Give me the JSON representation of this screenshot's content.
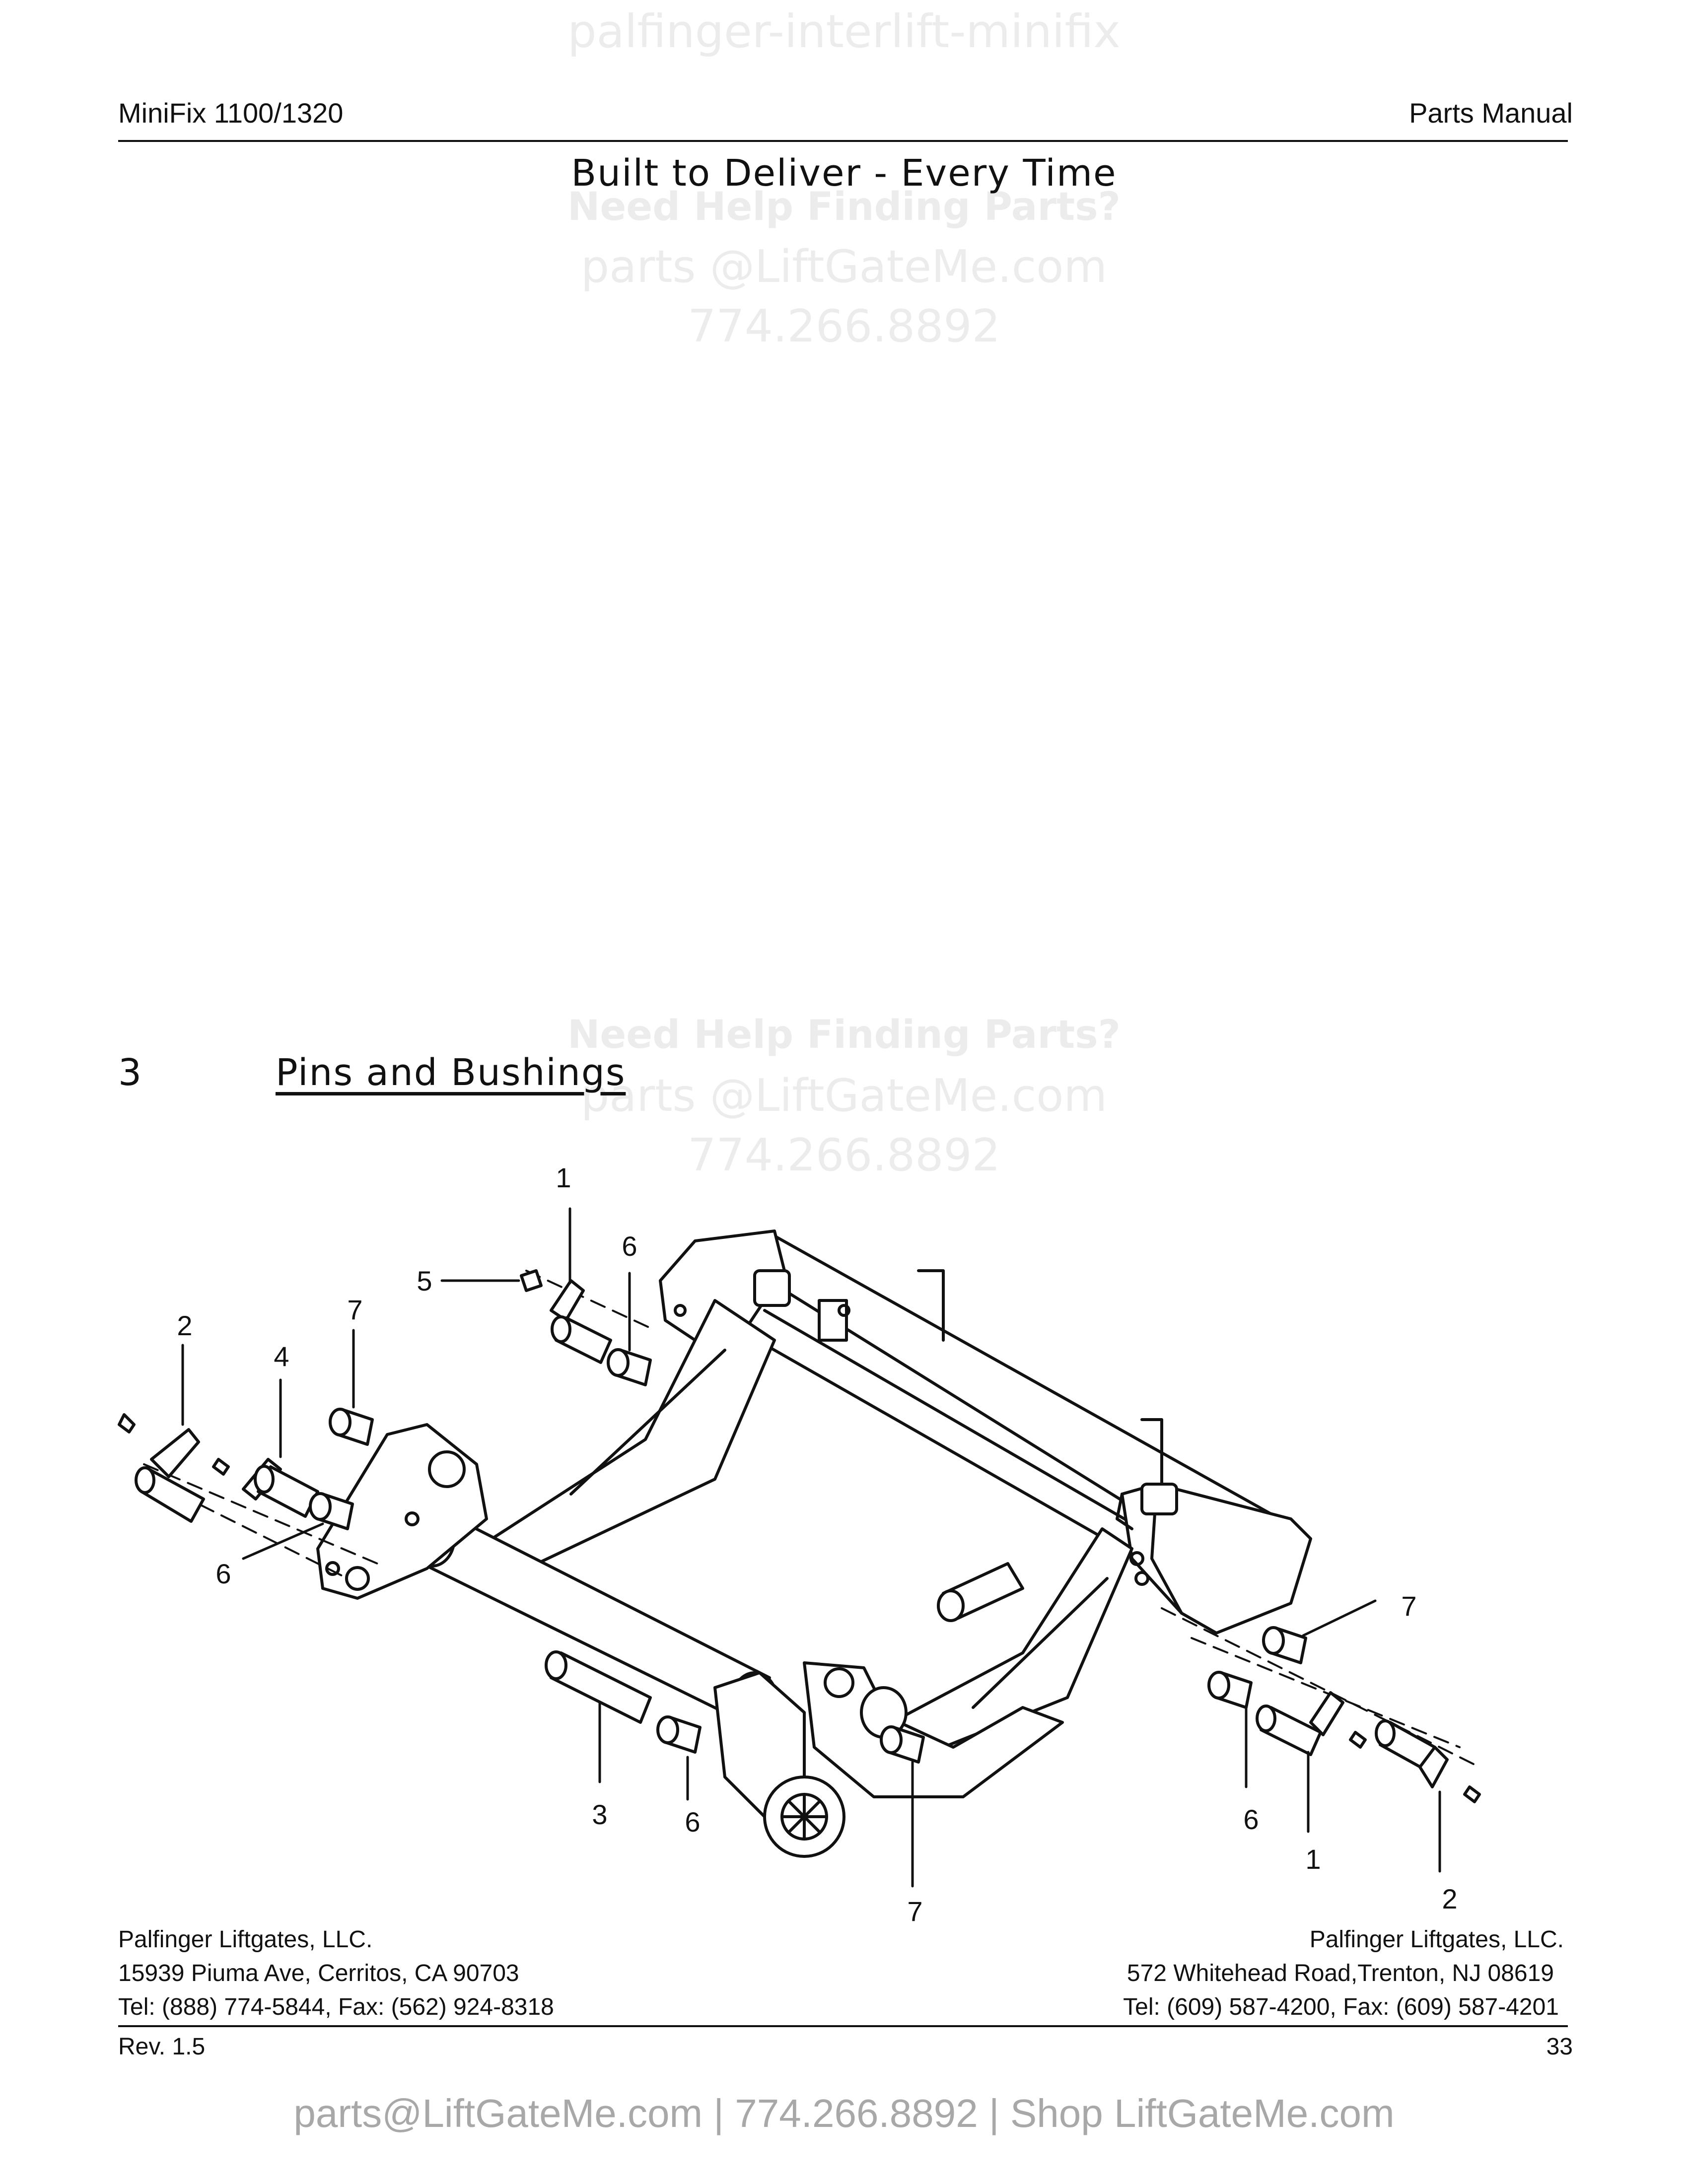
{
  "watermark": {
    "top": "palfinger-interlift-minifix",
    "help_heading": "Need Help Finding Parts?",
    "email": "parts @LiftGateMe.com",
    "phone": "774.266.8892"
  },
  "header": {
    "left": "MiniFix 1100/1320",
    "right": "Parts Manual"
  },
  "slogan": "Built to Deliver - Every Time",
  "section": {
    "number": "3",
    "title": "Pins and Bushings"
  },
  "callouts": {
    "c1_top": "1",
    "c6_top": "6",
    "c5": "5",
    "c7_left": "7",
    "c2_left": "2",
    "c4": "4",
    "c6_left": "6",
    "c7_right": "7",
    "c3": "3",
    "c6_mid": "6",
    "c7_bottom": "7",
    "c6_right": "6",
    "c1_right": "1",
    "c2_right": "2"
  },
  "footer": {
    "left": {
      "company": "Palfinger Liftgates, LLC.",
      "address": "15939 Piuma Ave, Cerritos, CA 90703",
      "contact": "Tel: (888) 774-5844, Fax: (562) 924-8318"
    },
    "right": {
      "company": "Palfinger Liftgates, LLC.",
      "address": "572 Whitehead Road,Trenton, NJ 08619",
      "contact": "Tel: (609) 587-4200, Fax: (609) 587-4201"
    },
    "revision": "Rev. 1.5",
    "page_number": "33"
  },
  "contact_bar": "parts@LiftGateMe.com | 774.266.8892 | Shop LiftGateMe.com"
}
